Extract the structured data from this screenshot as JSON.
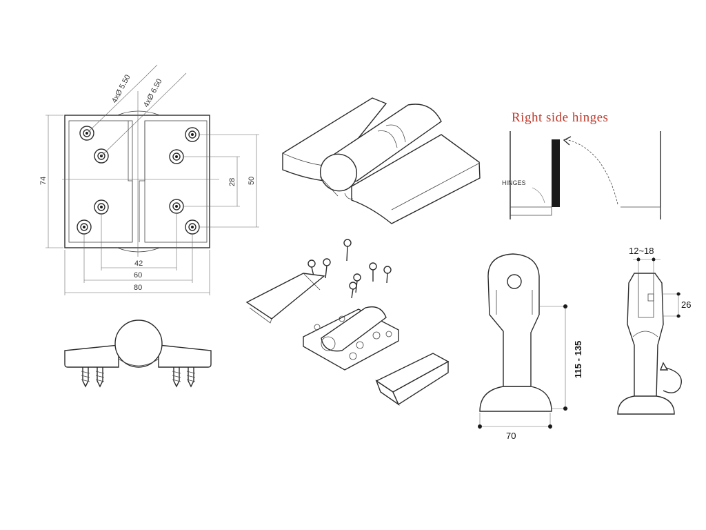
{
  "drawing": {
    "dims_front": {
      "hole_small": "4xØ 5.50",
      "hole_large": "4xØ 6.50",
      "height": "74",
      "inner_v": "28",
      "outer_v": "50",
      "inner_h": "42",
      "mid_h": "60",
      "width": "80"
    },
    "side_panel": {
      "title": "Right side hinges",
      "label": "HINGES"
    },
    "foot": {
      "height_range": "115 - 135",
      "base_width": "70",
      "thickness_range": "12~18",
      "clamp_height": "26"
    }
  }
}
